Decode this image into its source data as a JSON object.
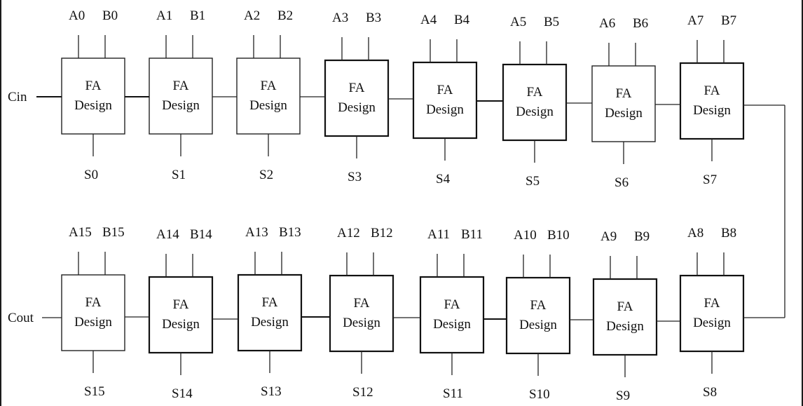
{
  "carry": {
    "in_label": "Cin",
    "out_label": "Cout"
  },
  "block": {
    "line1": "FA",
    "line2": "Design"
  },
  "top_row": [
    {
      "a": "A0",
      "b": "B0",
      "s": "S0"
    },
    {
      "a": "A1",
      "b": "B1",
      "s": "S1"
    },
    {
      "a": "A2",
      "b": "B2",
      "s": "S2"
    },
    {
      "a": "A3",
      "b": "B3",
      "s": "S3"
    },
    {
      "a": "A4",
      "b": "B4",
      "s": "S4"
    },
    {
      "a": "A5",
      "b": "B5",
      "s": "S5"
    },
    {
      "a": "A6",
      "b": "B6",
      "s": "S6"
    },
    {
      "a": "A7",
      "b": "B7",
      "s": "S7"
    }
  ],
  "bottom_row": [
    {
      "a": "A15",
      "b": "B15",
      "s": "S15"
    },
    {
      "a": "A14",
      "b": "B14",
      "s": "S14"
    },
    {
      "a": "A13",
      "b": "B13",
      "s": "S13"
    },
    {
      "a": "A12",
      "b": "B12",
      "s": "S12"
    },
    {
      "a": "A11",
      "b": "B11",
      "s": "S11"
    },
    {
      "a": "A10",
      "b": "B10",
      "s": "S10"
    },
    {
      "a": "A9",
      "b": "B9",
      "s": "S9"
    },
    {
      "a": "A8",
      "b": "B8",
      "s": "S8"
    }
  ]
}
